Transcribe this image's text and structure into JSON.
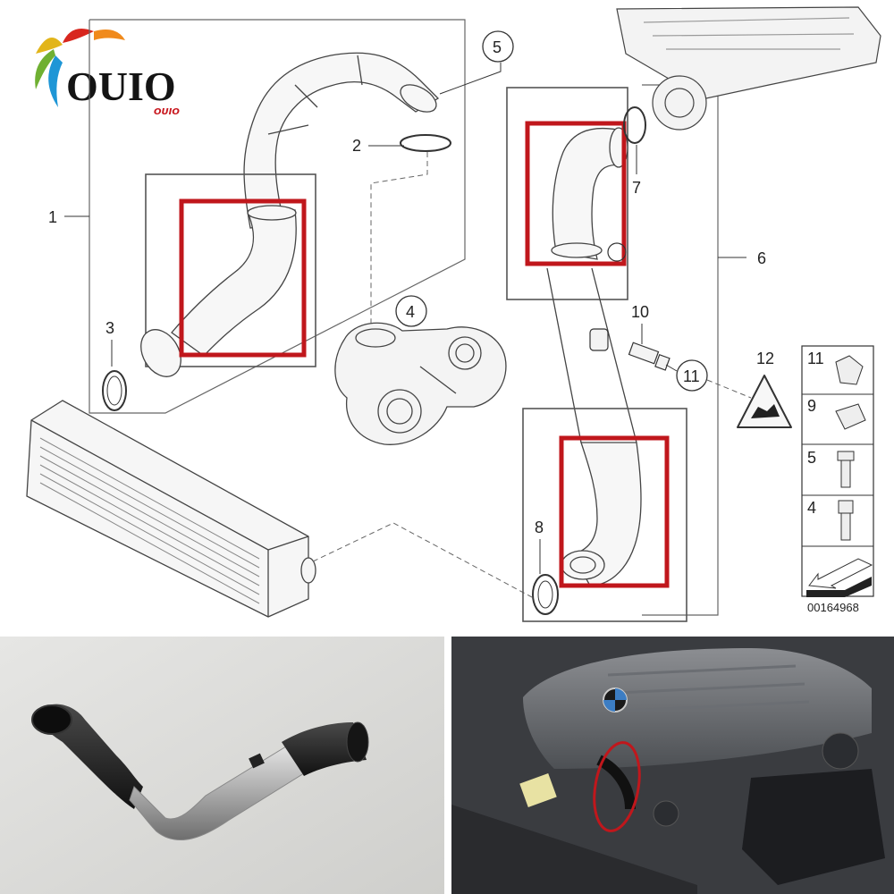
{
  "brand": {
    "name": "OUIO",
    "sub": "OUIO"
  },
  "diagram": {
    "callouts": {
      "c1": "1",
      "c2": "2",
      "c3": "3",
      "c4": "4",
      "c5": "5",
      "c6": "6",
      "c7": "7",
      "c8": "8",
      "c10": "10",
      "c11": "11",
      "c12": "12"
    },
    "legend": {
      "l11": "11",
      "l9": "9",
      "l5": "5",
      "l4": "4"
    },
    "part_number": "00164968"
  },
  "colors": {
    "highlight": "#c0171c",
    "line": "#333333",
    "panel": "#a8a8a8"
  },
  "photos": {
    "left": "product-photo-charge-air-hose",
    "right": "engine-bay-photo"
  }
}
